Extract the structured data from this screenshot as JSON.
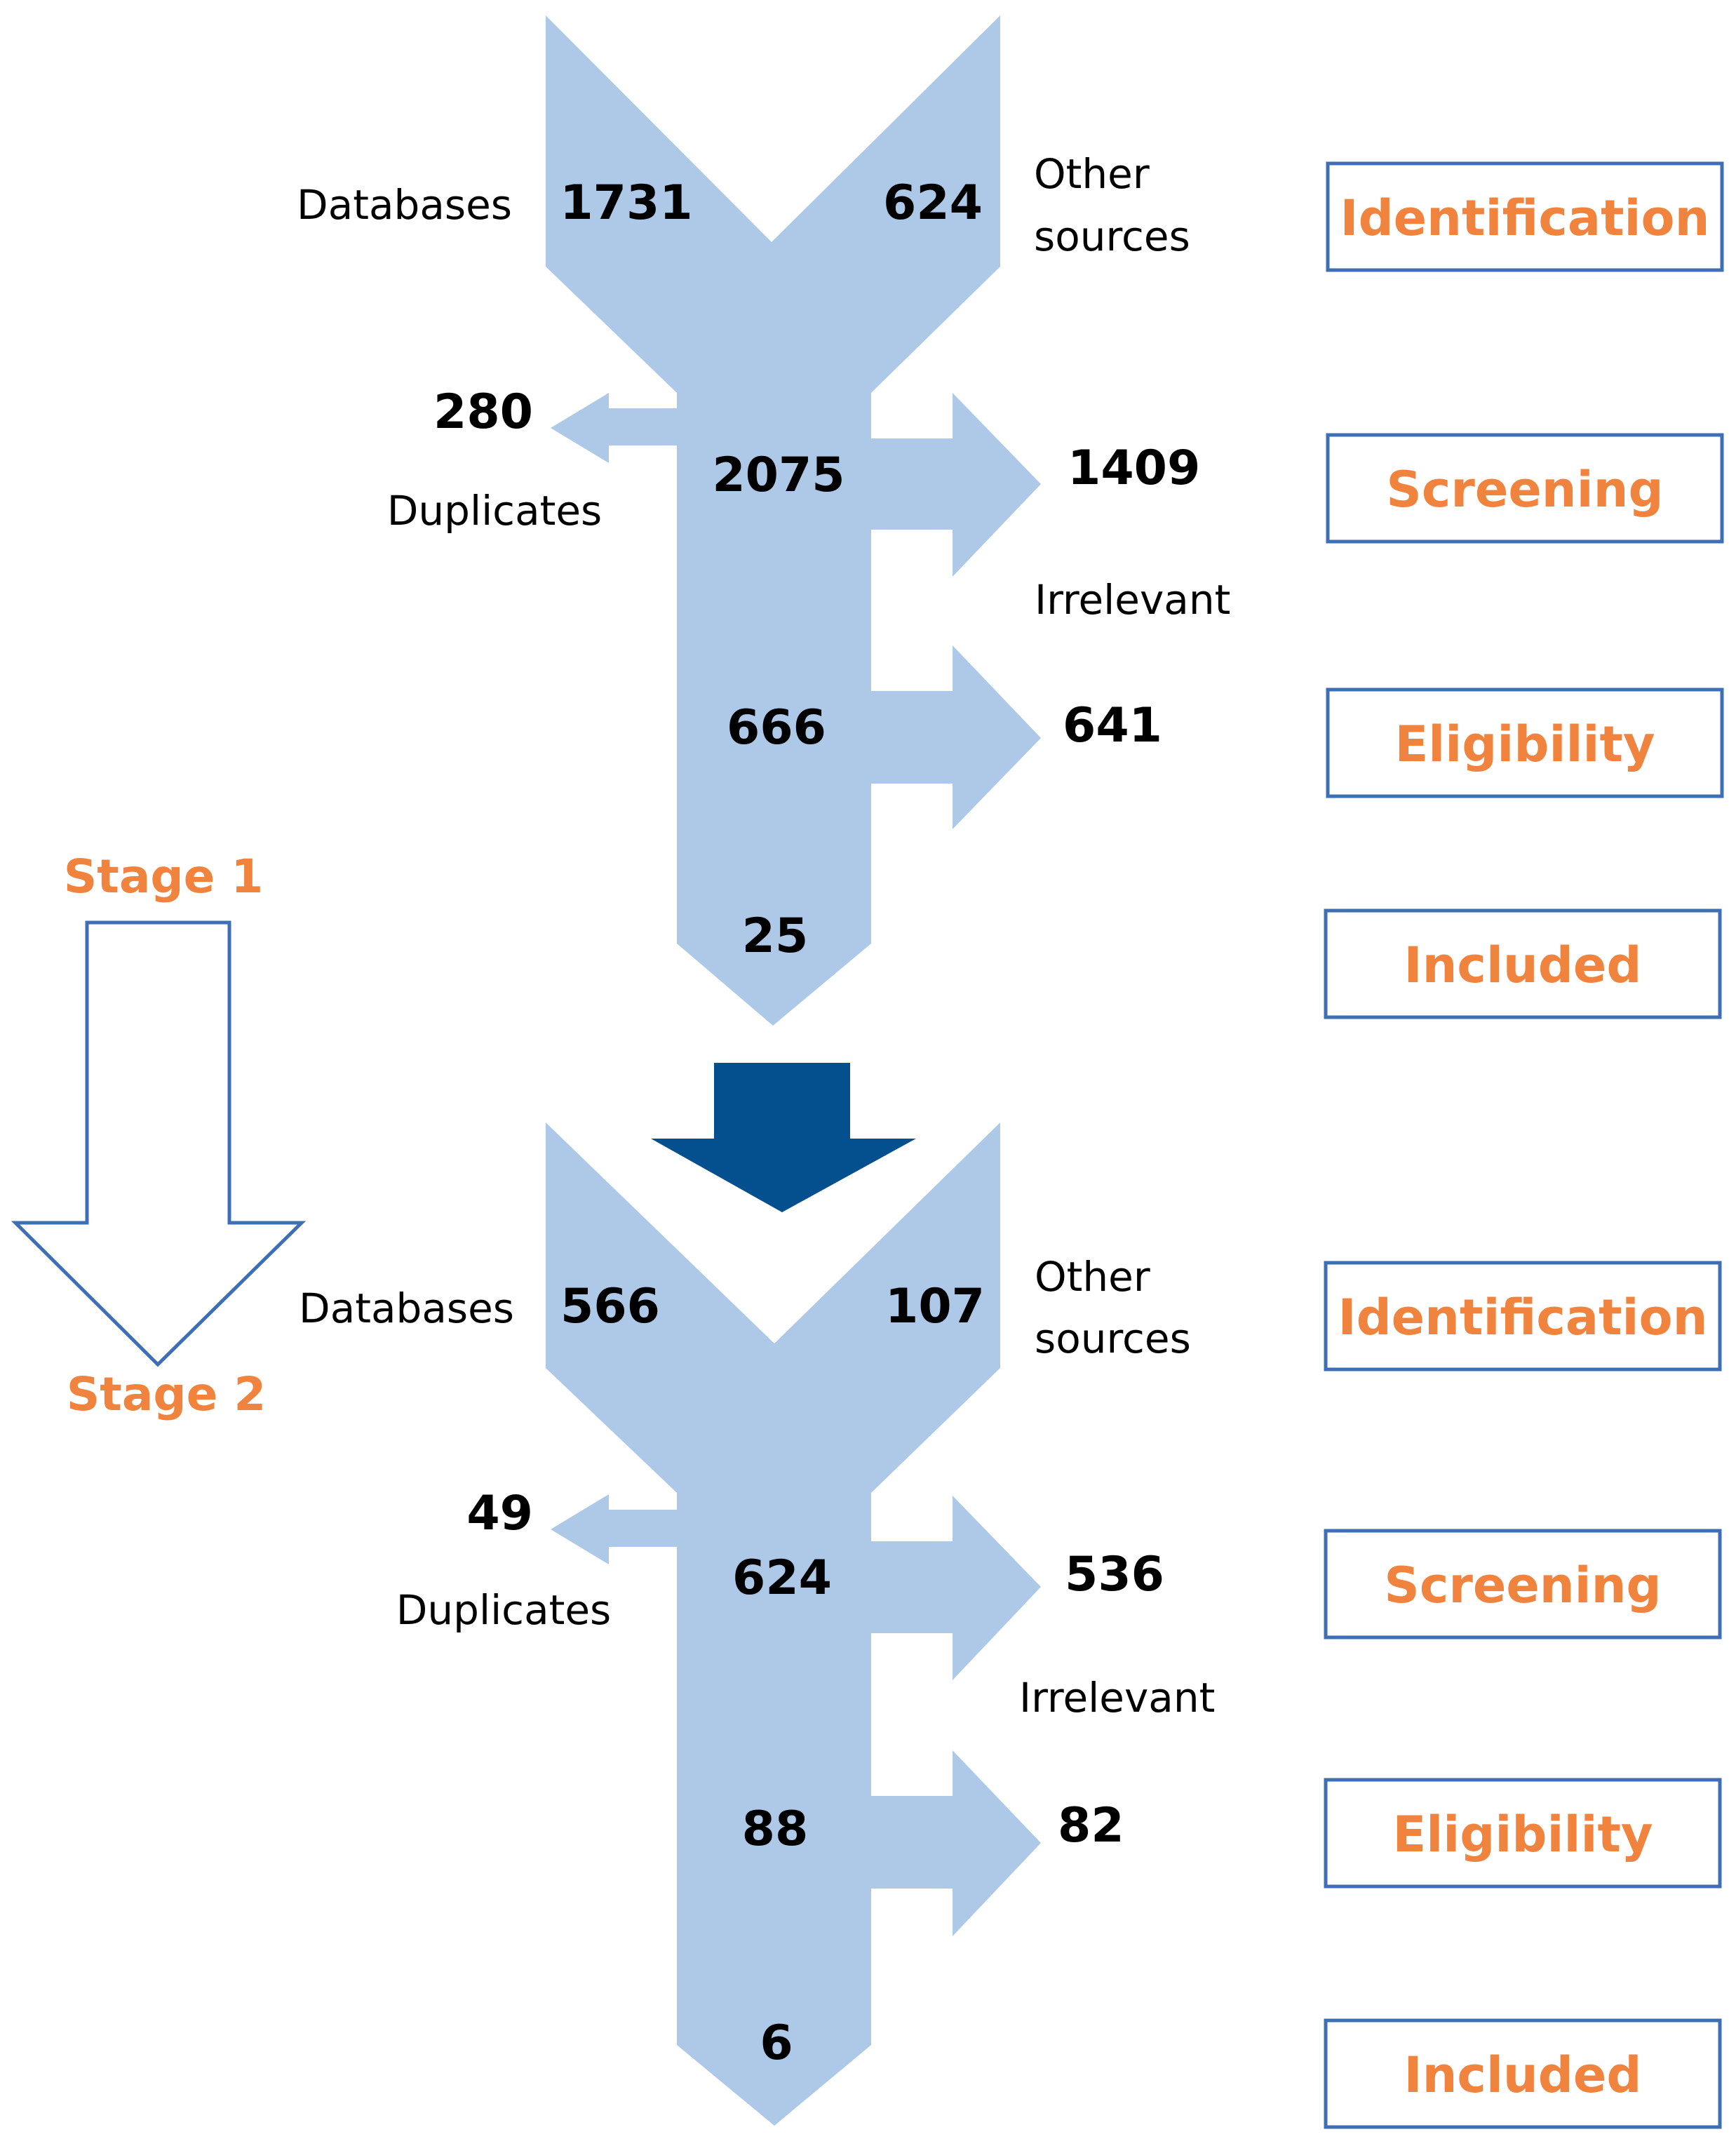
{
  "colors": {
    "funnel": "#aec8e8",
    "connector": "#04508f",
    "phase_text": "#f0843f",
    "phase_border": "#3e6fb5",
    "stage_arrow_border": "#3e6fb5"
  },
  "stage_arrow": {
    "top_label": "Stage 1",
    "bottom_label": "Stage 2"
  },
  "stages": [
    {
      "identification": {
        "databases_label": "Databases",
        "databases_count": "1731",
        "other_count": "624",
        "other_label_line1": "Other",
        "other_label_line2": "sources"
      },
      "duplicates": {
        "count": "280",
        "label": "Duplicates"
      },
      "screened": "2075",
      "irrelevant": {
        "count": "1409",
        "label": "Irrelevant"
      },
      "eligible": "666",
      "excluded_eligibility": "641",
      "included": "25"
    },
    {
      "identification": {
        "databases_label": "Databases",
        "databases_count": "566",
        "other_count": "107",
        "other_label_line1": "Other",
        "other_label_line2": "sources"
      },
      "duplicates": {
        "count": "49",
        "label": "Duplicates"
      },
      "screened": "624",
      "irrelevant": {
        "count": "536",
        "label": "Irrelevant"
      },
      "eligible": "88",
      "excluded_eligibility": "82",
      "included": "6"
    }
  ],
  "phases": {
    "identification": "Identification",
    "screening": "Screening",
    "eligibility": "Eligibility",
    "included": "Included"
  }
}
